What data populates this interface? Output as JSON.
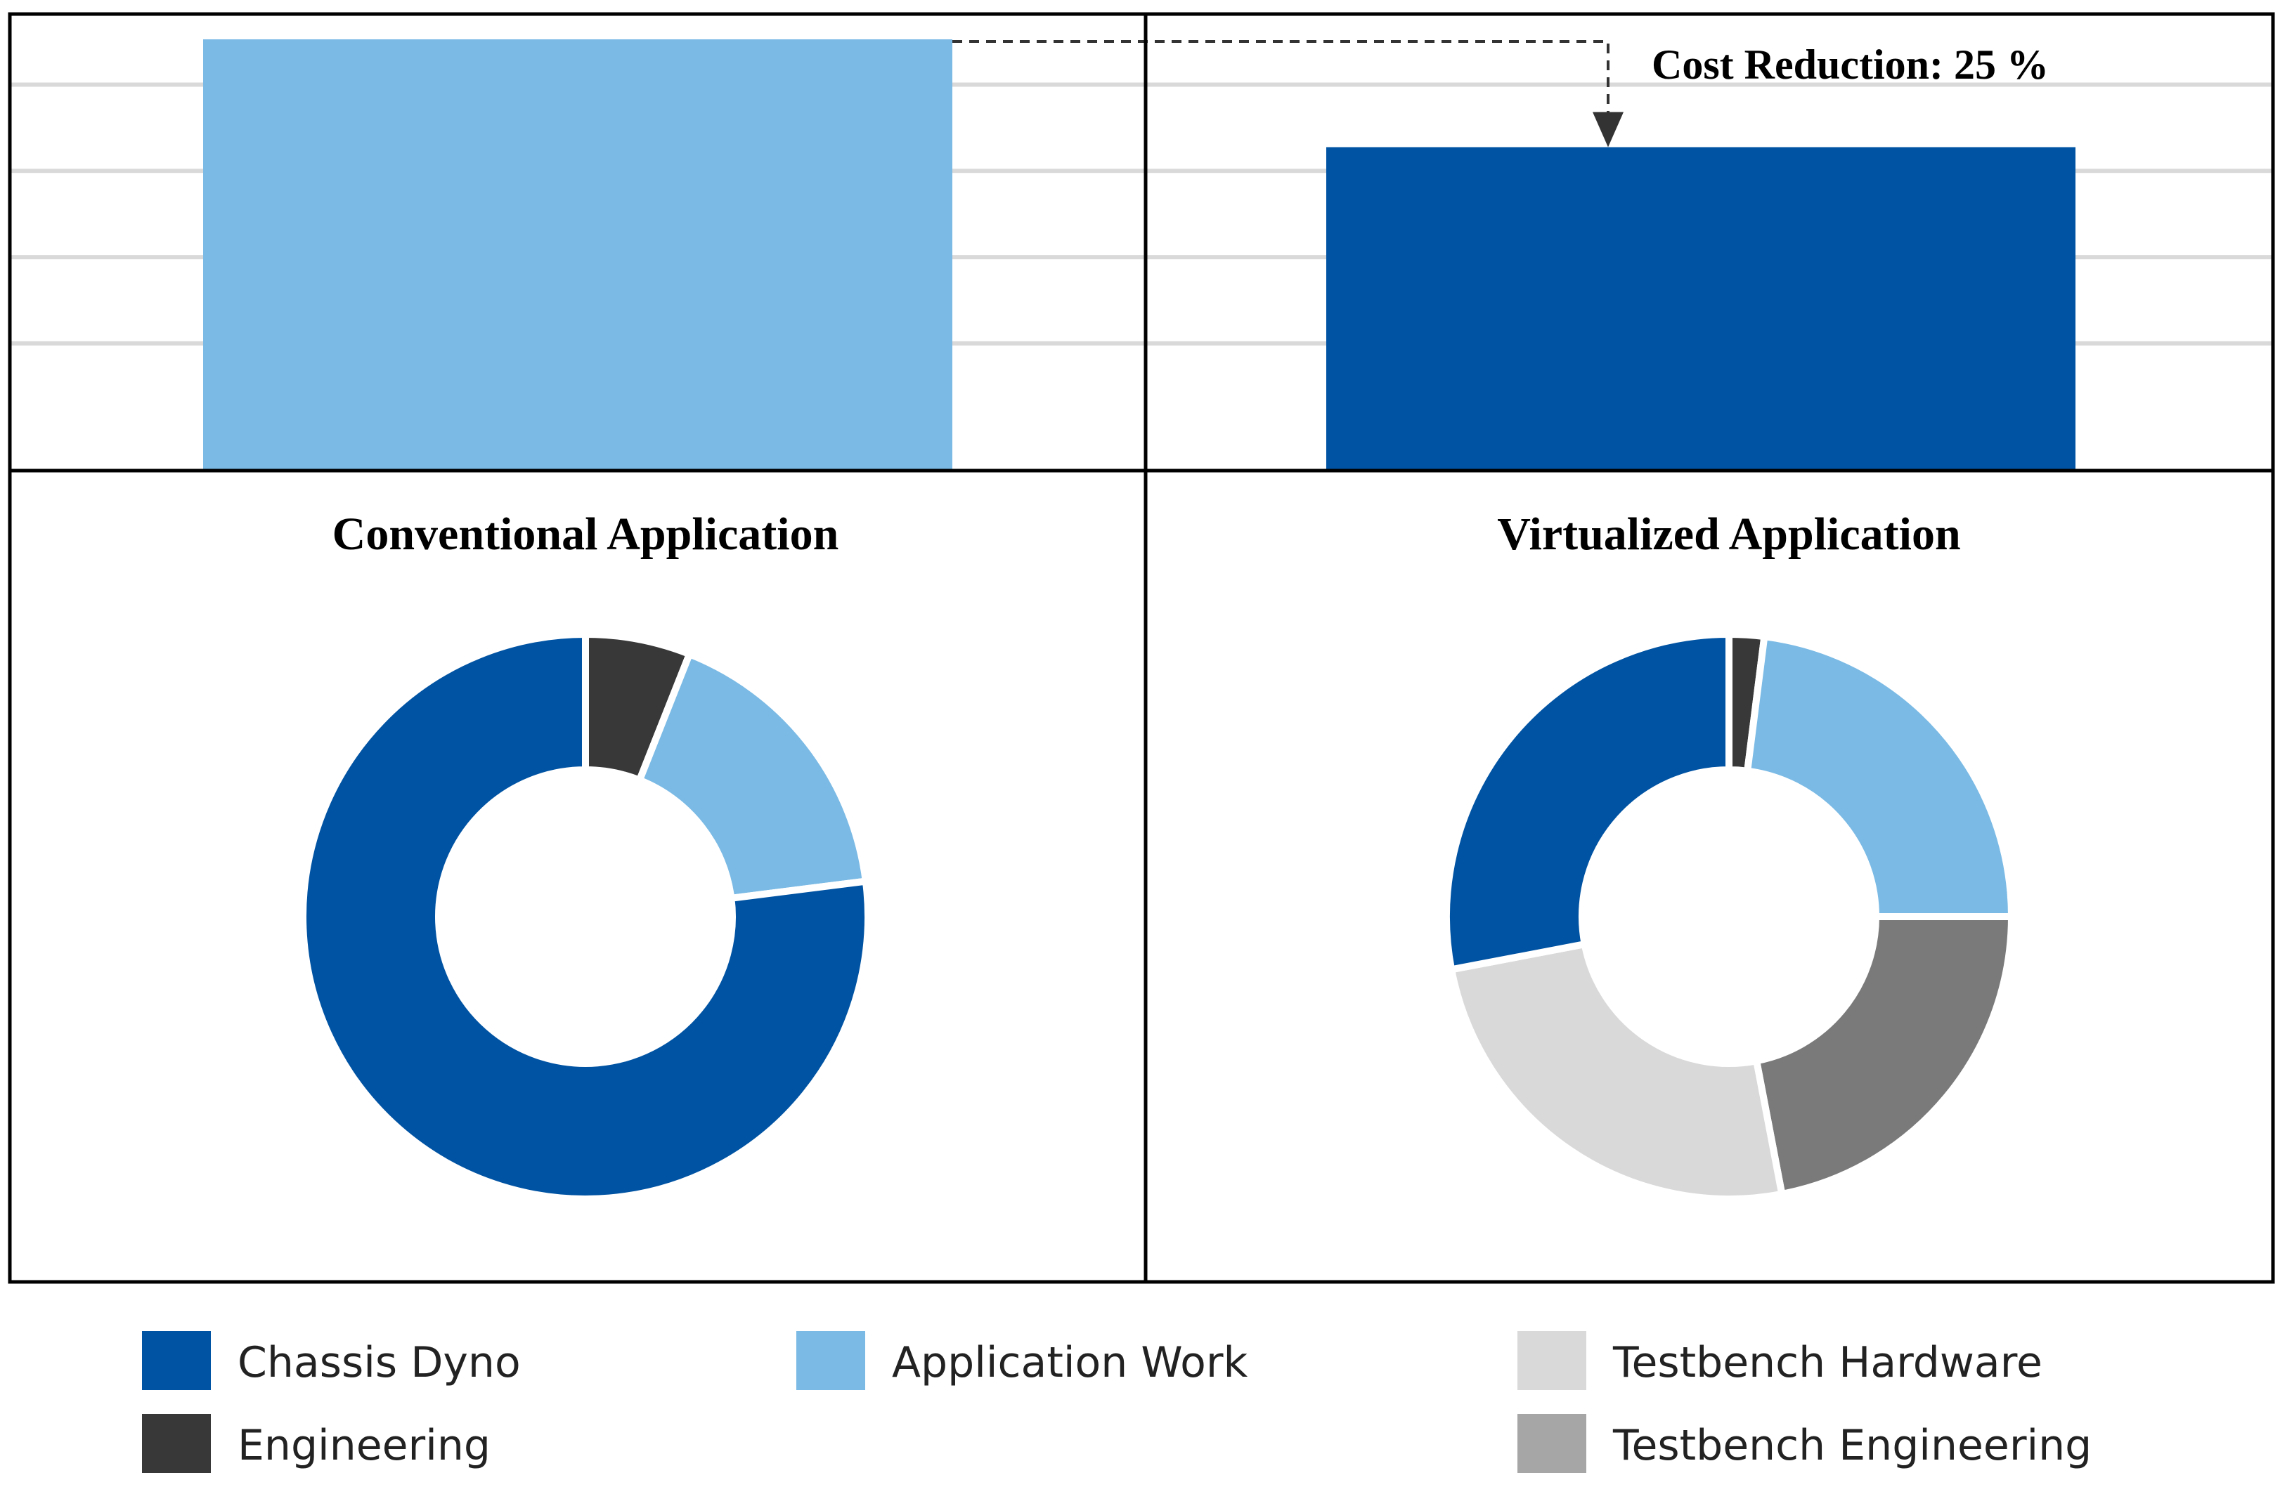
{
  "chart_data": [
    {
      "type": "bar",
      "categories": [
        "Conventional Application",
        "Virtualized Application"
      ],
      "values": [
        100,
        75
      ],
      "ylim": [
        0,
        100
      ],
      "grid": true,
      "annotation": "Cost Reduction: 25 %",
      "colors": [
        "#7abae5",
        "#0053a3"
      ]
    },
    {
      "type": "pie",
      "title": "Conventional Application",
      "labels": [
        "Engineering",
        "Application Work",
        "Chassis Dyno"
      ],
      "values": [
        6,
        17,
        77
      ],
      "colors": [
        "#383838",
        "#7abae5",
        "#0053a3"
      ]
    },
    {
      "type": "pie",
      "title": "Virtualized Application",
      "labels": [
        "Engineering",
        "Application Work",
        "Testbench Engineering",
        "Testbench Hardware",
        "Chassis Dyno"
      ],
      "values": [
        2,
        23,
        22,
        25,
        28
      ],
      "colors": [
        "#383838",
        "#7abae5",
        "#7a7a7a",
        "#d9d9d9",
        "#0053a3"
      ]
    }
  ],
  "legend": [
    {
      "label": "Chassis Dyno",
      "color": "#0053a3"
    },
    {
      "label": "Application Work",
      "color": "#7abae5"
    },
    {
      "label": "Testbench Hardware",
      "color": "#d9d9d9"
    },
    {
      "label": "Engineering",
      "color": "#383838"
    },
    {
      "label": "Testbench Engineering",
      "color": "#a6a6a6"
    }
  ]
}
